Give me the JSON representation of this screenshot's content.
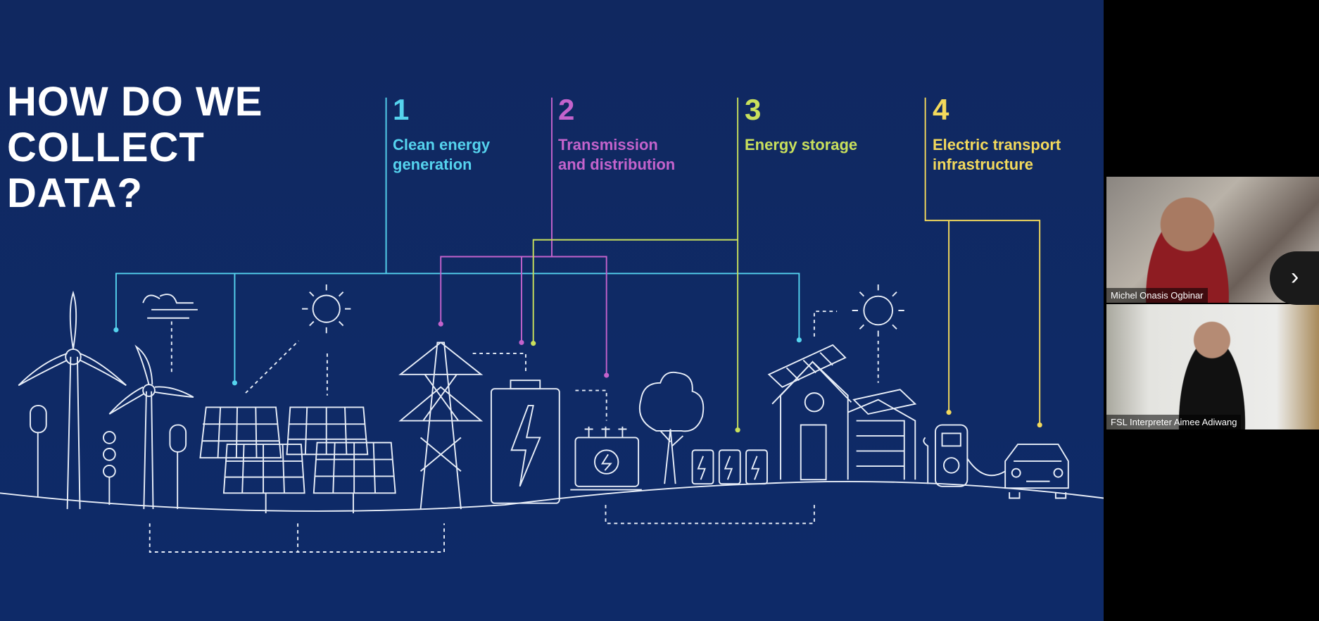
{
  "slide": {
    "title_lines": [
      "HOW DO WE",
      "COLLECT",
      "DATA?"
    ],
    "categories": [
      {
        "number": "1",
        "label_lines": [
          "Clean energy",
          "generation"
        ],
        "color": "#55d3ee"
      },
      {
        "number": "2",
        "label_lines": [
          "Transmission",
          "and distribution"
        ],
        "color": "#c463cc"
      },
      {
        "number": "3",
        "label_lines": [
          "Energy storage"
        ],
        "color": "#c9e05c"
      },
      {
        "number": "4",
        "label_lines": [
          "Electric transport",
          "infrastructure"
        ],
        "color": "#f3d95c"
      }
    ]
  },
  "participants": [
    {
      "name": "Michel Onasis Ogbinar"
    },
    {
      "name": "FSL Interpreter Aimee Adiwang"
    }
  ],
  "controls": {
    "next_icon": "chevron-right-icon",
    "next_glyph": "›"
  }
}
